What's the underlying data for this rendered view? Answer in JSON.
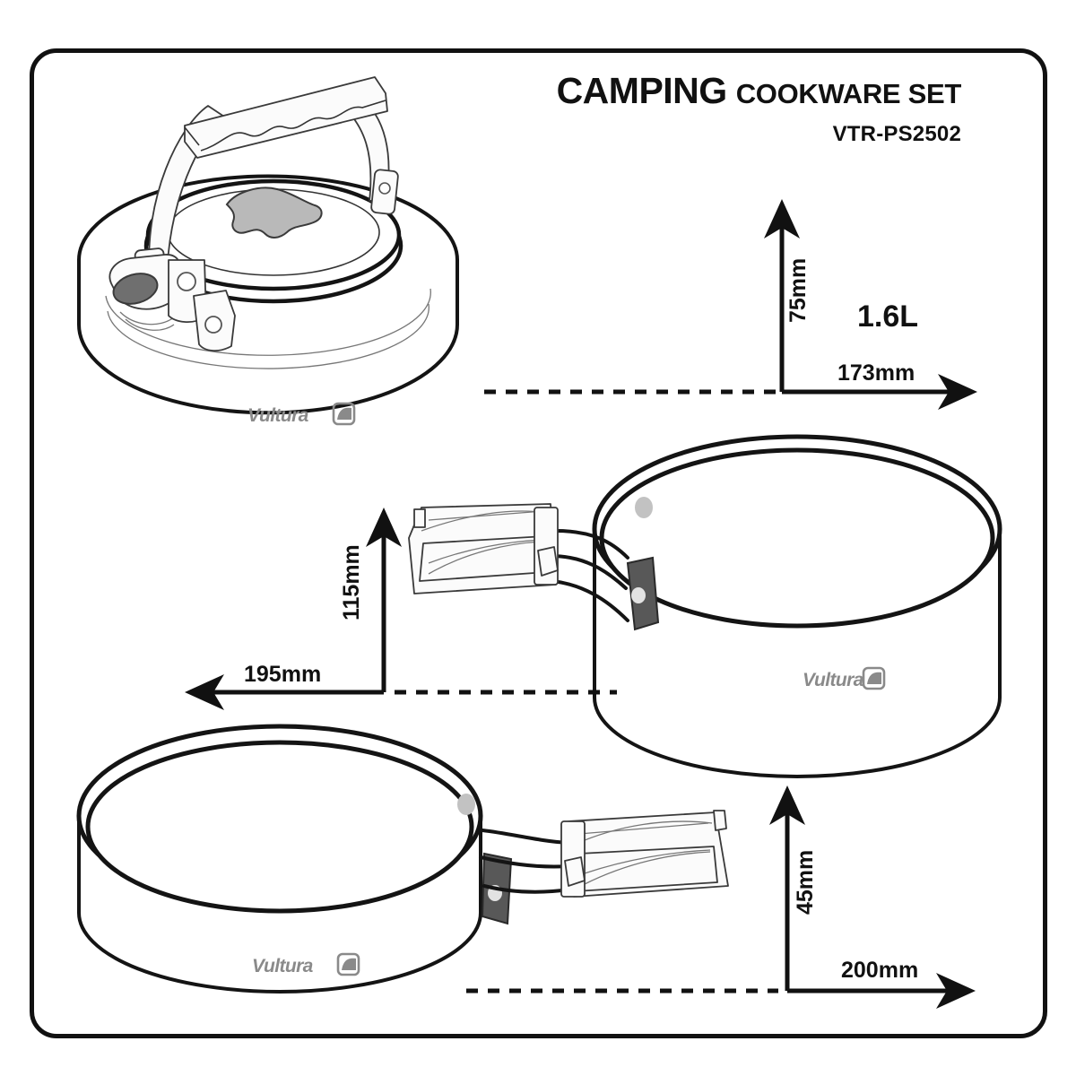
{
  "header": {
    "title_main": "CAMPING",
    "title_sub": "COOKWARE SET",
    "model": "VTR-PS2502"
  },
  "brand": {
    "name": "Vultura",
    "logo_icon": "vultura-badge-icon"
  },
  "products": [
    {
      "id": "kettle",
      "name": "camping-kettle",
      "brand_label": "Vultura",
      "capacity": "1.6L",
      "height": "75mm",
      "width": "173mm"
    },
    {
      "id": "pot",
      "name": "camping-pot",
      "brand_label": "Vultura",
      "height": "115mm",
      "width": "195mm"
    },
    {
      "id": "pan",
      "name": "camping-pan",
      "brand_label": "Vultura",
      "height": "45mm",
      "width": "200mm"
    }
  ],
  "dimensions": {
    "kettle_height": "75mm",
    "kettle_width": "173mm",
    "kettle_volume": "1.6L",
    "pot_height": "115mm",
    "pot_width": "195mm",
    "pan_height": "45mm",
    "pan_width": "200mm"
  },
  "colors": {
    "ink": "#141414",
    "metal": "#fbfbfb",
    "metal_shadow": "#d8d8d8",
    "brand_gray": "#8a8a8a",
    "background": "#ffffff"
  }
}
